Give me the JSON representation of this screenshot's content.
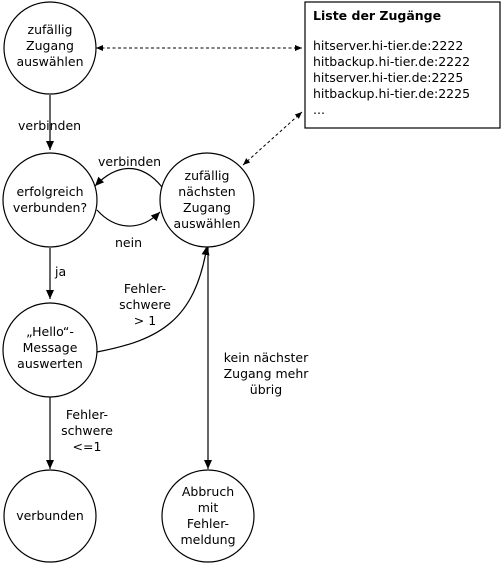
{
  "nodes": {
    "select_random": [
      "zufällig",
      "Zugang",
      "auswählen"
    ],
    "connected_ok": [
      "erfolgreich",
      "verbunden?"
    ],
    "select_next": [
      "zufällig",
      "nächsten",
      "Zugang",
      "auswählen"
    ],
    "eval_hello": [
      "„Hello“-",
      "Message",
      "auswerten"
    ],
    "connected": [
      "verbunden"
    ],
    "abort": [
      "Abbruch",
      "mit",
      "Fehler-",
      "meldung"
    ]
  },
  "list_box": {
    "title": "Liste der Zugänge",
    "items": [
      "hitserver.hi-tier.de:2222",
      "hitbackup.hi-tier.de:2222",
      "hitserver.hi-tier.de:2225",
      "hitbackup.hi-tier.de:2225",
      "..."
    ]
  },
  "edge_labels": {
    "connect_1": [
      "verbinden"
    ],
    "connect_2": [
      "verbinden"
    ],
    "no": [
      "nein"
    ],
    "yes": [
      "ja"
    ],
    "severity_high": [
      "Fehler-",
      "schwere",
      "> 1"
    ],
    "severity_low": [
      "Fehler-",
      "schwere",
      "<=1"
    ],
    "no_next": [
      "kein nächster",
      "Zugang mehr",
      "übrig"
    ]
  }
}
